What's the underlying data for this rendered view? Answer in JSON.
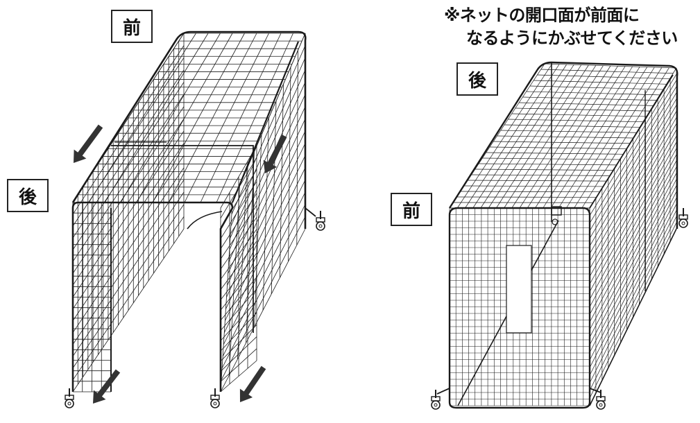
{
  "left_figure": {
    "label_front": "前",
    "label_back": "後"
  },
  "right_figure": {
    "label_back": "後",
    "label_front": "前"
  },
  "note": {
    "line1": "※ネットの開口面が前面に",
    "line2": "なるようにかぶせてください"
  },
  "colors": {
    "line": "#1a1a1a",
    "arrow": "#333333",
    "background": "#ffffff"
  }
}
